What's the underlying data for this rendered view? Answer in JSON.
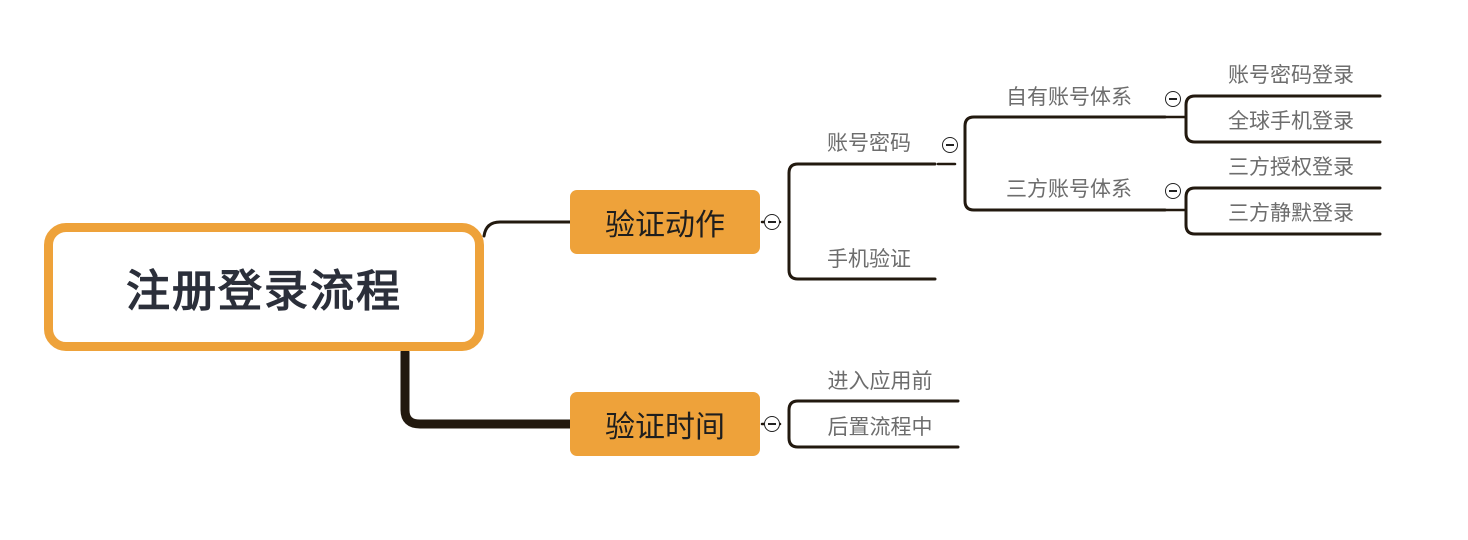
{
  "root": {
    "label": "注册登录流程"
  },
  "branches": [
    {
      "label": "验证动作"
    },
    {
      "label": "验证时间"
    }
  ],
  "nodes": {
    "account_password": "账号密码",
    "phone_verify": "手机验证",
    "own_account": "自有账号体系",
    "third_account": "三方账号体系",
    "acct_pwd_login": "账号密码登录",
    "global_phone_login": "全球手机登录",
    "third_auth_login": "三方授权登录",
    "third_silent_login": "三方静默登录",
    "before_enter": "进入应用前",
    "in_flow": "后置流程中"
  },
  "colors": {
    "accent": "#eea23a",
    "line": "#22190f",
    "leaf_text": "#6d6d6d",
    "root_text": "#2b2f3a"
  },
  "icons": {
    "collapse": "collapse-minus-icon"
  }
}
